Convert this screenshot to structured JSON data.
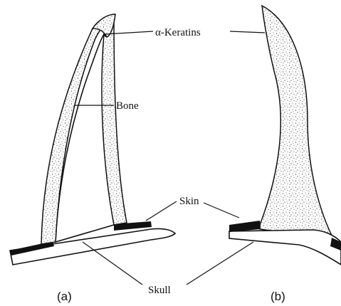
{
  "labels": {
    "keratins": "α-Keratins",
    "bone": "Bone",
    "skin": "Skin",
    "skull": "Skull"
  },
  "panels": {
    "a": "(a)",
    "b": "(b)"
  },
  "colors": {
    "ink": "#111111",
    "background": "#ffffff"
  }
}
